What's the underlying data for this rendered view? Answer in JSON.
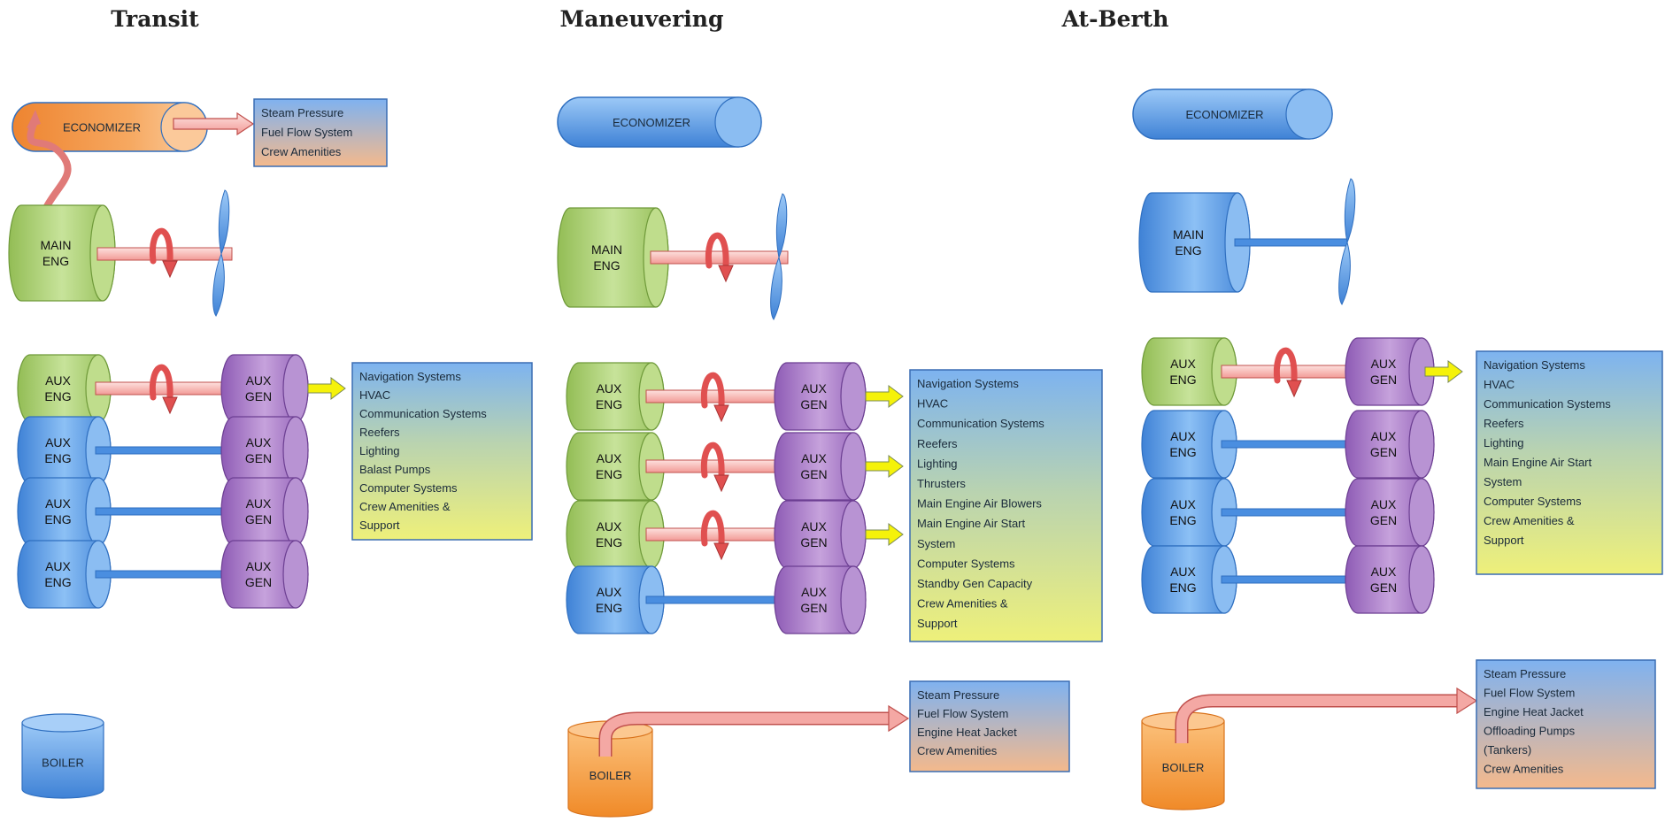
{
  "titles": {
    "transit": "Transit",
    "maneuvering": "Maneuvering",
    "at_berth": "At-Berth"
  },
  "labels": {
    "economizer": "ECONOMIZER",
    "main_eng": [
      "MAIN",
      "ENG"
    ],
    "aux_eng": [
      "AUX",
      "ENG"
    ],
    "aux_gen": [
      "AUX",
      "GEN"
    ],
    "boiler": "BOILER"
  },
  "colors": {
    "active_green": "#a9cf6e",
    "idle_blue": "#5d9de6",
    "generator_purple": "#a978c9",
    "active_orange": "#f0902e",
    "shaft_pink": "#f6b8b4",
    "arrow_red": "#e05050",
    "output_yellow": "#f5f20a"
  },
  "panels": {
    "transit": {
      "economizer_active": true,
      "main_engine_active": true,
      "aux_active": [
        true,
        false,
        false,
        false
      ],
      "boiler_active": false,
      "economizer_loads": [
        "Steam Pressure",
        "Fuel Flow System",
        "Crew Amenities"
      ],
      "electrical_loads": [
        "Navigation Systems",
        "HVAC",
        "Communication Systems",
        "Reefers",
        "Lighting",
        "Balast Pumps",
        "Computer Systems",
        "Crew Amenities &",
        "Support"
      ]
    },
    "maneuvering": {
      "economizer_active": false,
      "main_engine_active": true,
      "aux_active": [
        true,
        true,
        true,
        false
      ],
      "boiler_active": true,
      "electrical_loads": [
        "Navigation Systems",
        "HVAC",
        "Communication Systems",
        "Reefers",
        "Lighting",
        "Thrusters",
        "Main Engine Air Blowers",
        "Main Engine Air Start",
        "System",
        "Computer Systems",
        "Standby Gen Capacity",
        "Crew Amenities &",
        "Support"
      ],
      "boiler_loads": [
        "Steam Pressure",
        "Fuel Flow System",
        "Engine Heat Jacket",
        "Crew Amenities"
      ]
    },
    "at_berth": {
      "economizer_active": false,
      "main_engine_active": false,
      "aux_active": [
        true,
        false,
        false,
        false
      ],
      "boiler_active": true,
      "electrical_loads": [
        "Navigation Systems",
        "HVAC",
        "Communication Systems",
        "Reefers",
        "Lighting",
        "Main Engine Air Start",
        "System",
        "Computer Systems",
        "Crew Amenities &",
        "Support"
      ],
      "boiler_loads": [
        "Steam Pressure",
        "Fuel Flow System",
        "Engine Heat Jacket",
        "Offloading Pumps",
        "(Tankers)",
        "Crew Amenities"
      ]
    }
  }
}
